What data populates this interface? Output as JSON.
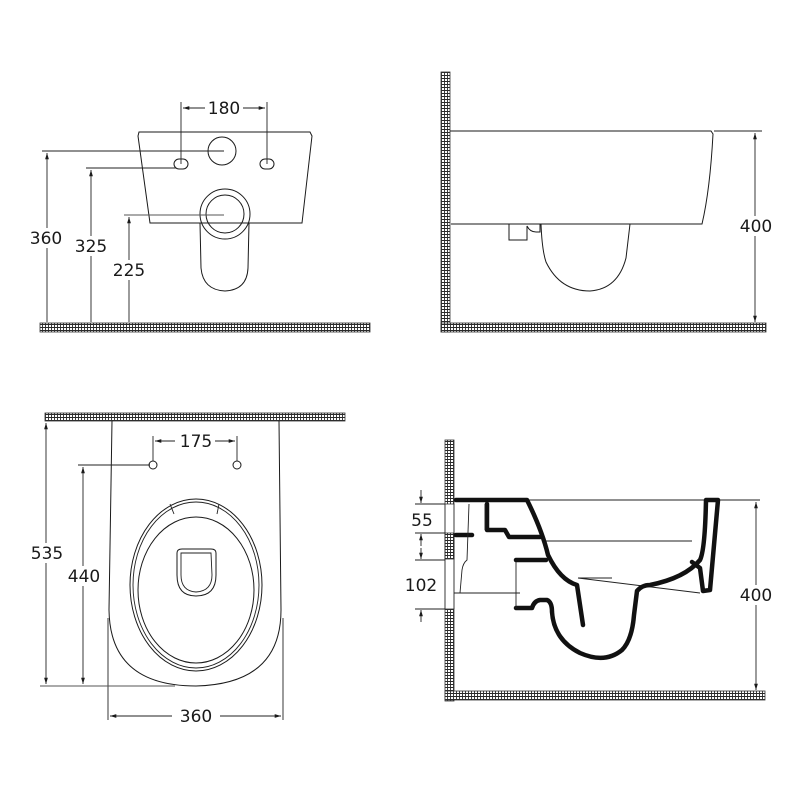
{
  "drawing": {
    "title": "Wall-hung toilet technical dimension drawing",
    "units": "mm",
    "colors": {
      "line": "#1a1a1a",
      "hatch": "#333333",
      "background": "#ffffff"
    }
  },
  "views": {
    "front": {
      "label": "front-view",
      "dims": {
        "hole_spacing": "180",
        "height_top_hole": "360",
        "height_bolt_holes": "325",
        "height_outlet": "225"
      }
    },
    "side": {
      "label": "side-view",
      "dims": {
        "overall_height": "400"
      }
    },
    "top": {
      "label": "top-view",
      "dims": {
        "bolt_spacing": "175",
        "overall_length": "535",
        "bolt_to_front": "440",
        "width": "360"
      }
    },
    "section": {
      "label": "cross-section-view",
      "dims": {
        "inlet_offset": "55",
        "outlet_offset": "102",
        "overall_height": "400"
      }
    }
  }
}
